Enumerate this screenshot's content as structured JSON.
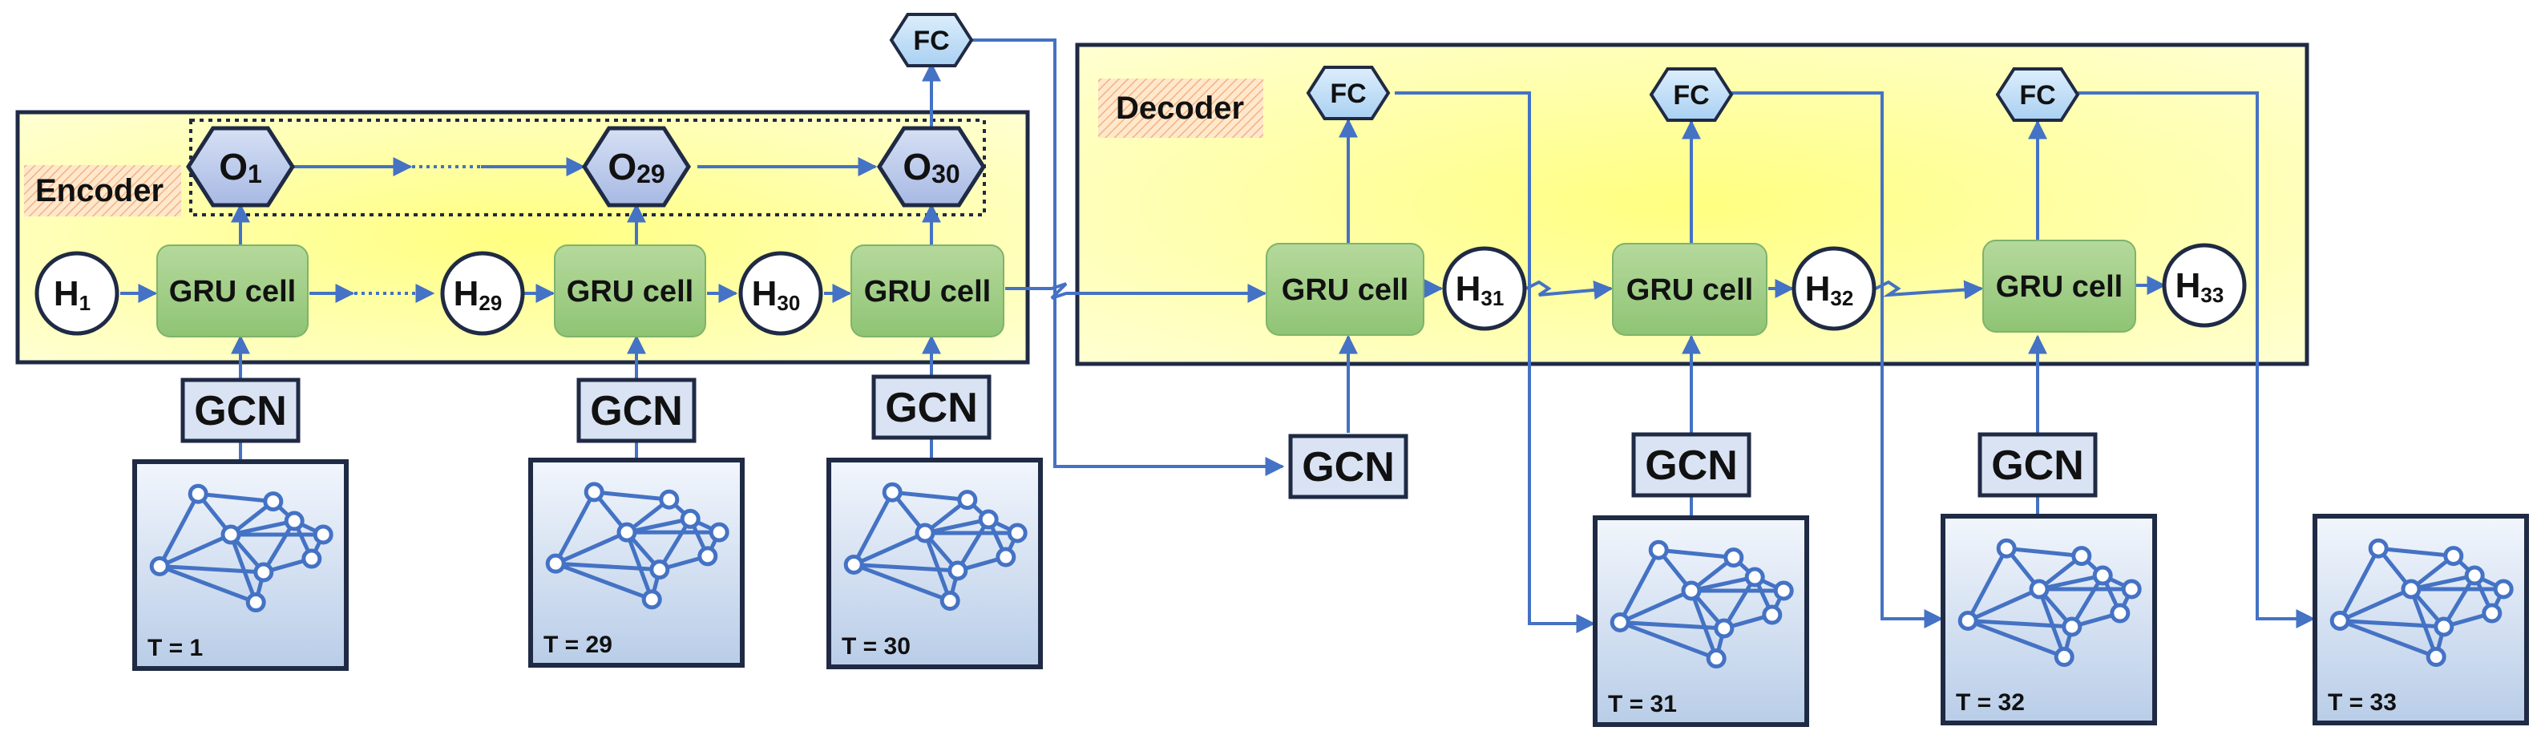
{
  "labels": {
    "encoder": "Encoder",
    "decoder": "Decoder",
    "gru": "GRU cell",
    "gcn": "GCN",
    "fc": "FC",
    "H": "H",
    "O": "O"
  },
  "encoder": {
    "hidden": [
      {
        "letter": "H",
        "sub": "1"
      },
      {
        "letter": "H",
        "sub": "29"
      },
      {
        "letter": "H",
        "sub": "30"
      }
    ],
    "outputs": [
      {
        "letter": "O",
        "sub": "1"
      },
      {
        "letter": "O",
        "sub": "29"
      },
      {
        "letter": "O",
        "sub": "30"
      }
    ],
    "times": [
      "T = 1",
      "T = 29",
      "T = 30"
    ]
  },
  "decoder": {
    "hidden": [
      {
        "letter": "H",
        "sub": "31"
      },
      {
        "letter": "H",
        "sub": "32"
      },
      {
        "letter": "H",
        "sub": "33"
      }
    ],
    "times": [
      "T = 31",
      "T = 32",
      "T = 33"
    ]
  },
  "colors": {
    "arrow": "#4472C4",
    "gru_fill": "#A9D18E",
    "gcn_fill": "#DAE3F3",
    "fc_fill": "#BDD7EE",
    "o_fill": "#B4C7E7",
    "panel_fill": "#FFFFB0",
    "dark": "#1F2A44"
  }
}
